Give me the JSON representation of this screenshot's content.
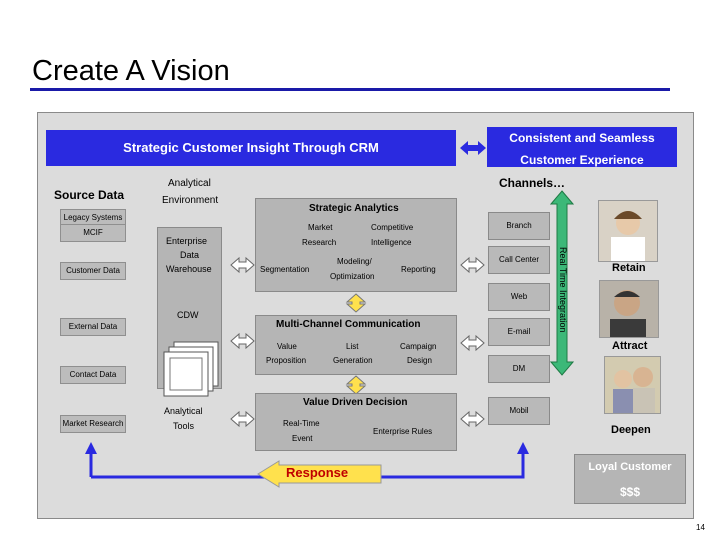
{
  "title": "Create A Vision",
  "page_number": "14",
  "bar": "Strategic Customer Insight Through CRM",
  "consistent": {
    "line1": "Consistent and Seamless",
    "line2": "Customer Experience"
  },
  "channels_title": "Channels…",
  "source": {
    "title": "Source Data",
    "items": [
      "Legacy Systems",
      "MCIF",
      "Customer Data",
      "External Data",
      "Contact Data",
      "Market Research"
    ]
  },
  "env": {
    "line1": "Analytical",
    "line2": "Environment"
  },
  "edw": {
    "line1": "Enterprise",
    "line2": "Data",
    "line3": "Warehouse"
  },
  "cdw": "CDW",
  "tools": {
    "line1": "Analytical",
    "line2": "Tools"
  },
  "strategic": {
    "title": "Strategic Analytics",
    "market_line1": "Market",
    "market_line2": "Research",
    "competitive_line1": "Competitive",
    "competitive_line2": "Intelligence",
    "segmentation": "Segmentation",
    "modeling_line1": "Modeling/",
    "modeling_line2": "Optimization",
    "reporting": "Reporting"
  },
  "multichannel": {
    "title": "Multi-Channel Communication",
    "value_line1": "Value",
    "value_line2": "Proposition",
    "list_line1": "List",
    "list_line2": "Generation",
    "campaign_line1": "Campaign",
    "campaign_line2": "Design"
  },
  "valuedriven": {
    "title": "Value Driven Decision",
    "realtime_line1": "Real-Time",
    "realtime_line2": "Event",
    "rules": "Enterprise Rules"
  },
  "channels": [
    "Branch",
    "Call Center",
    "Web",
    "E-mail",
    "DM",
    "Mobil"
  ],
  "integration": "Real Time Integration",
  "photos": [
    "Retain",
    "Attract",
    "Deepen"
  ],
  "response": "Response",
  "loyal": {
    "line1": "Loyal Customer",
    "line2": "$$$"
  },
  "colors": {
    "accent_blue": "#2a2ae0",
    "title_rule": "#1a1aa8",
    "integration_arrow": "#3cb878",
    "response_arrow": "#ffe14d"
  }
}
